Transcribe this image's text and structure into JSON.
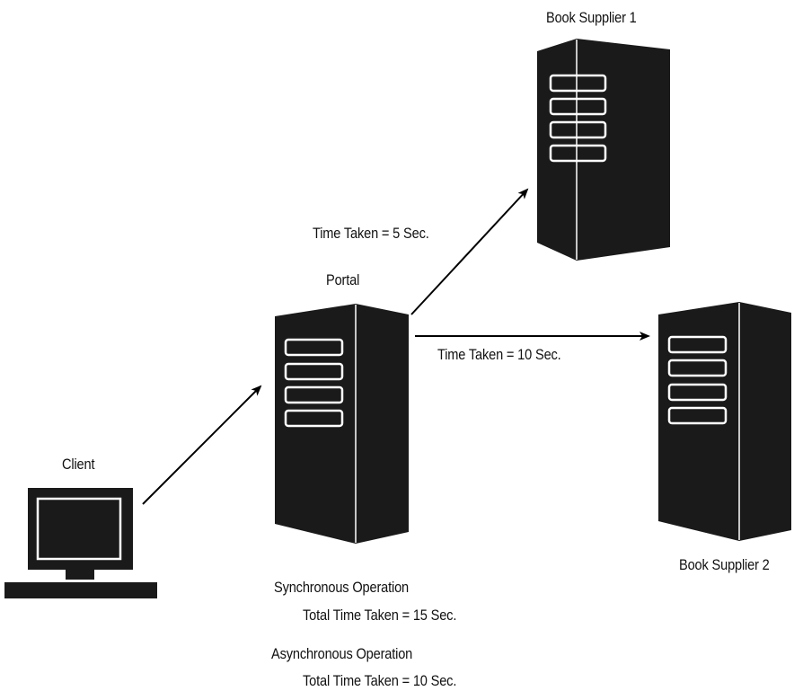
{
  "nodes": {
    "supplier1": {
      "label": "Book Supplier 1",
      "icon": "server-tower-icon"
    },
    "supplier2": {
      "label": "Book Supplier 2",
      "icon": "server-tower-icon"
    },
    "portal": {
      "label": "Portal",
      "icon": "server-tower-icon"
    },
    "client": {
      "label": "Client",
      "icon": "desktop-computer-icon"
    }
  },
  "edges": {
    "portal_to_supplier1": {
      "label": "Time Taken = 5 Sec."
    },
    "portal_to_supplier2": {
      "label": "Time Taken = 10 Sec."
    }
  },
  "notes": {
    "sync_title": "Synchronous Operation",
    "sync_total": "Total Time Taken = 15 Sec.",
    "async_title": "Asynchronous Operation",
    "async_total": "Total Time Taken = 10 Sec."
  },
  "colors": {
    "device": "#1a1a1a",
    "outline": "#ffffff",
    "arrow": "#000000"
  }
}
